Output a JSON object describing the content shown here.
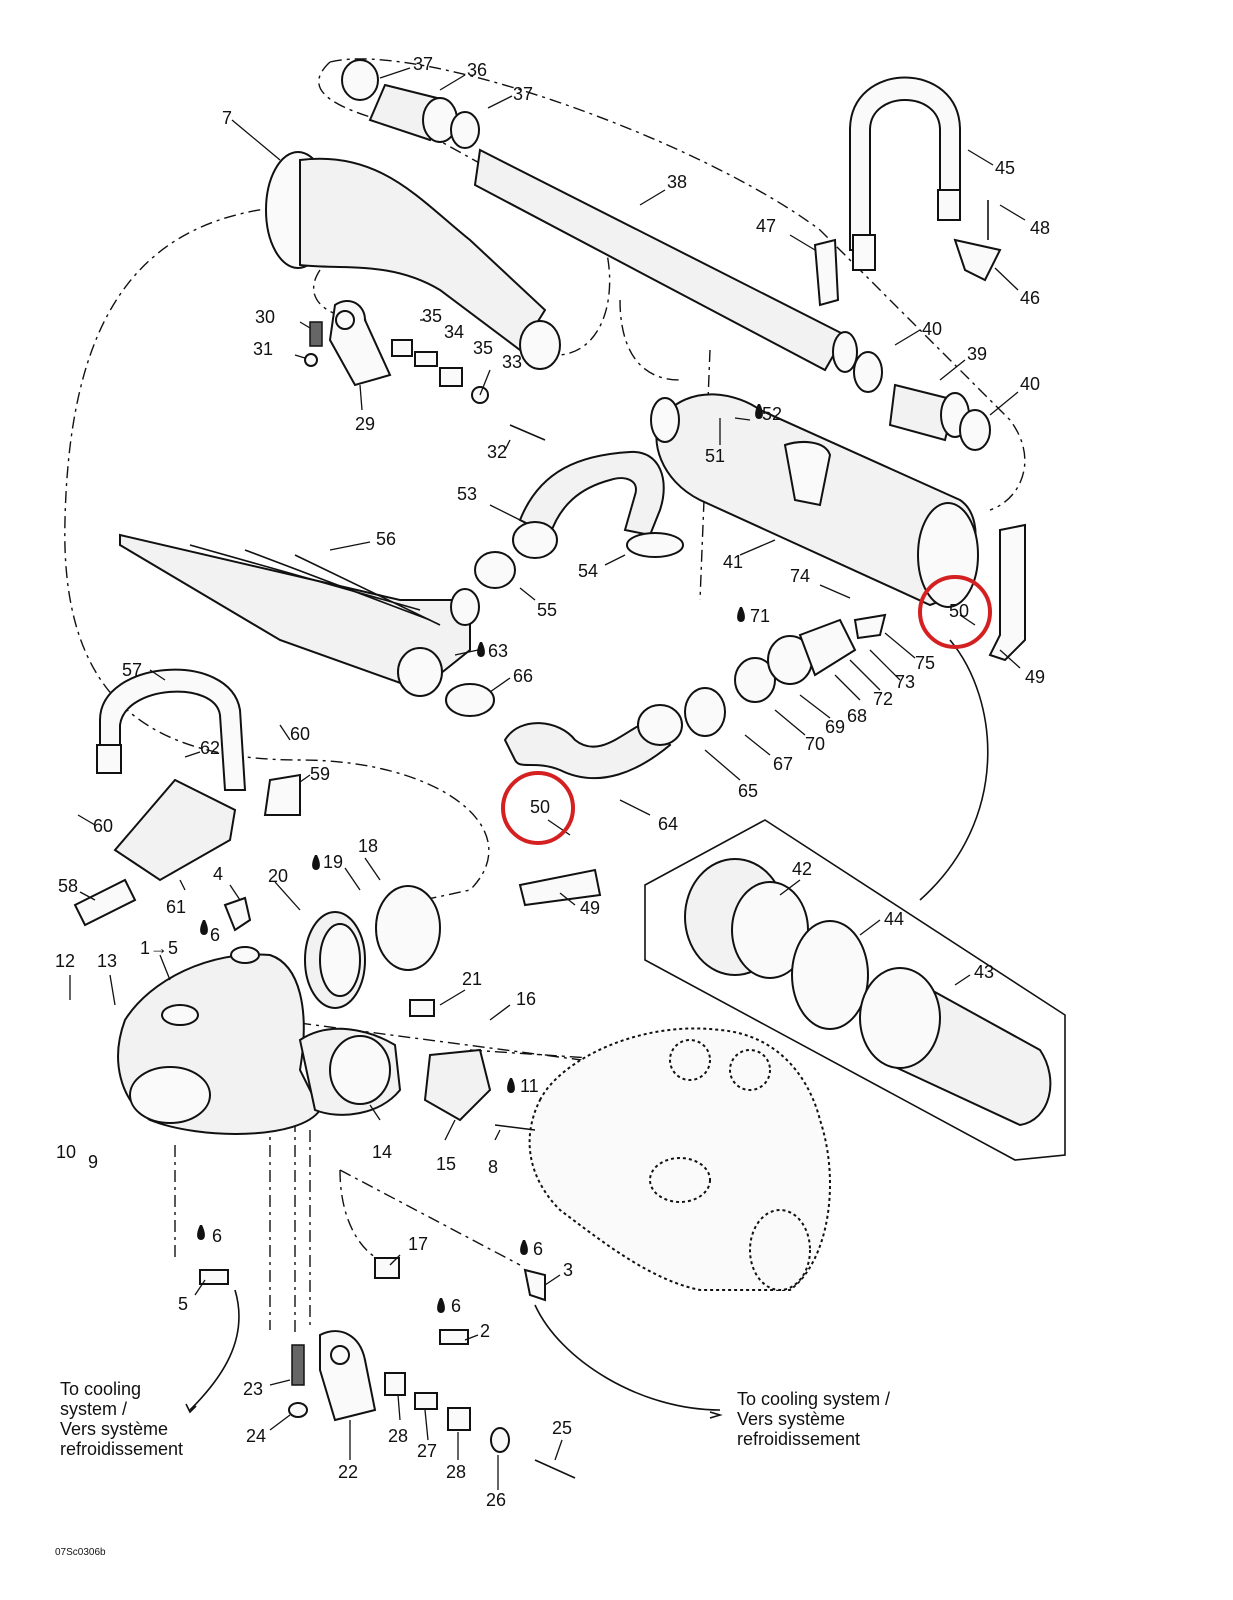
{
  "callouts": {
    "c1": "1→5",
    "c2": "2",
    "c3": "3",
    "c4": "4",
    "c5": "5",
    "c6a": "6",
    "c6b": "6",
    "c6c": "6",
    "c6d": "6",
    "c7": "7",
    "c8": "8",
    "c9": "9",
    "c10": "10",
    "c11": "11",
    "c12": "12",
    "c13": "13",
    "c14": "14",
    "c15": "15",
    "c16": "16",
    "c17": "17",
    "c18": "18",
    "c19": "19",
    "c20": "20",
    "c21": "21",
    "c22": "22",
    "c23": "23",
    "c24": "24",
    "c25": "25",
    "c26": "26",
    "c27": "27",
    "c28a": "28",
    "c28b": "28",
    "c29": "29",
    "c30": "30",
    "c31": "31",
    "c32": "32",
    "c33": "33",
    "c34": "34",
    "c35a": "35",
    "c35b": "35",
    "c36": "36",
    "c37a": "37",
    "c37b": "37",
    "c38": "38",
    "c39": "39",
    "c40a": "40",
    "c40b": "40",
    "c41": "41",
    "c42": "42",
    "c43": "43",
    "c44": "44",
    "c45": "45",
    "c46": "46",
    "c47": "47",
    "c48": "48",
    "c49a": "49",
    "c49b": "49",
    "c50a": "50",
    "c50b": "50",
    "c51": "51",
    "c52": "52",
    "c53": "53",
    "c54": "54",
    "c55": "55",
    "c56": "56",
    "c57": "57",
    "c58": "58",
    "c59": "59",
    "c60a": "60",
    "c60b": "60",
    "c61": "61",
    "c62": "62",
    "c63": "63",
    "c64": "64",
    "c65": "65",
    "c66": "66",
    "c67": "67",
    "c68": "68",
    "c69": "69",
    "c70": "70",
    "c71": "71",
    "c72": "72",
    "c73": "73",
    "c74": "74",
    "c75": "75"
  },
  "notes": {
    "left_line1": "To cooling",
    "left_line2": "system /",
    "left_line3": "Vers système",
    "left_line4": "refroidissement",
    "right_line1": "To cooling system /",
    "right_line2": "Vers système",
    "right_line3": "refroidissement"
  },
  "figure_ref": "07Sc0306b",
  "colors": {
    "highlight_circle": "#d42020",
    "ink": "#111111"
  }
}
